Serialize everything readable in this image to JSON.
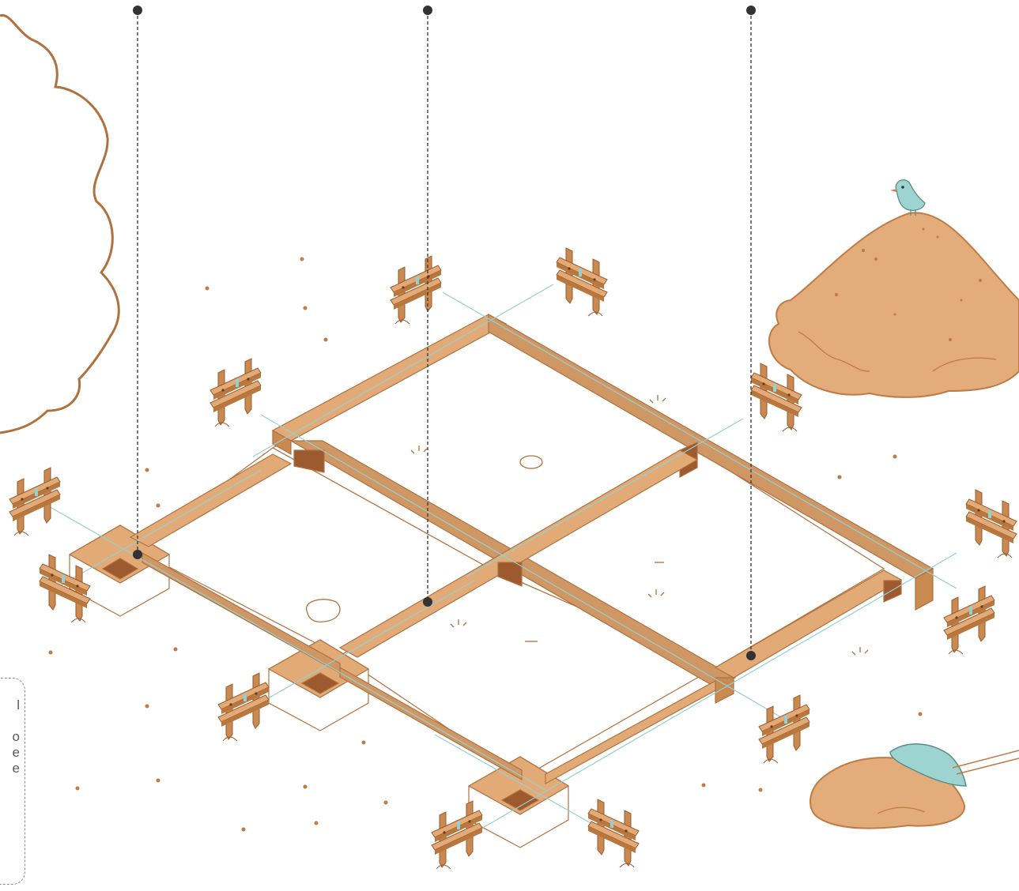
{
  "callout": {
    "text": "l\n\no\ne\ne"
  },
  "colors": {
    "wood_top": "#e2aa76",
    "wood_light": "#cf9763",
    "wood_side": "#c88a50",
    "wood_dark": "#9c5a2e",
    "outline": "#b0713f",
    "string": "#96cfd0",
    "soil": "#e2ad7a",
    "soil_outline": "#c07a45",
    "bird": "#9dd3d1",
    "shovel": "#9dd3d1",
    "leader_line": "#333333",
    "callout_border": "#8c8c8c",
    "callout_text": "#5a5a5a",
    "background": "#ffffff"
  },
  "icons": {
    "tree": "tree-canopy-outline",
    "soil_pile": "dirt-mound",
    "bird": "bird-icon",
    "shovel": "shovel-icon",
    "stake": "batter-board-icon"
  }
}
